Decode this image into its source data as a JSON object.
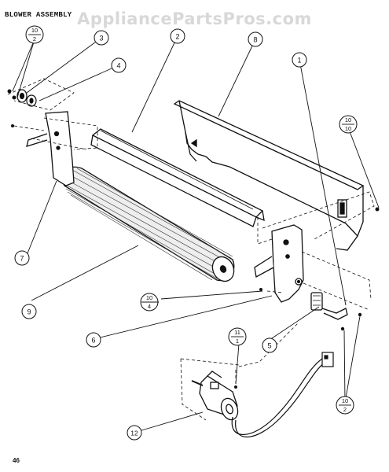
{
  "watermark": "AppliancePartsPros.com",
  "title": "BLOWER ASSEMBLY",
  "page_number": "46",
  "callouts": {
    "c1": "1",
    "c2": "2",
    "c3": "3",
    "c4": "4",
    "c5": "5",
    "c6": "6",
    "c7": "7",
    "c8": "8",
    "c9": "9",
    "c12": "12"
  },
  "fraction_callouts": {
    "f_top_left": {
      "top": "10",
      "bottom": "2"
    },
    "f_right": {
      "top": "10",
      "bottom": "10"
    },
    "f_mid": {
      "top": "10",
      "bottom": "4"
    },
    "f_low": {
      "top": "11",
      "bottom": "1"
    },
    "f_bottom_right": {
      "top": "10",
      "bottom": "2"
    }
  }
}
